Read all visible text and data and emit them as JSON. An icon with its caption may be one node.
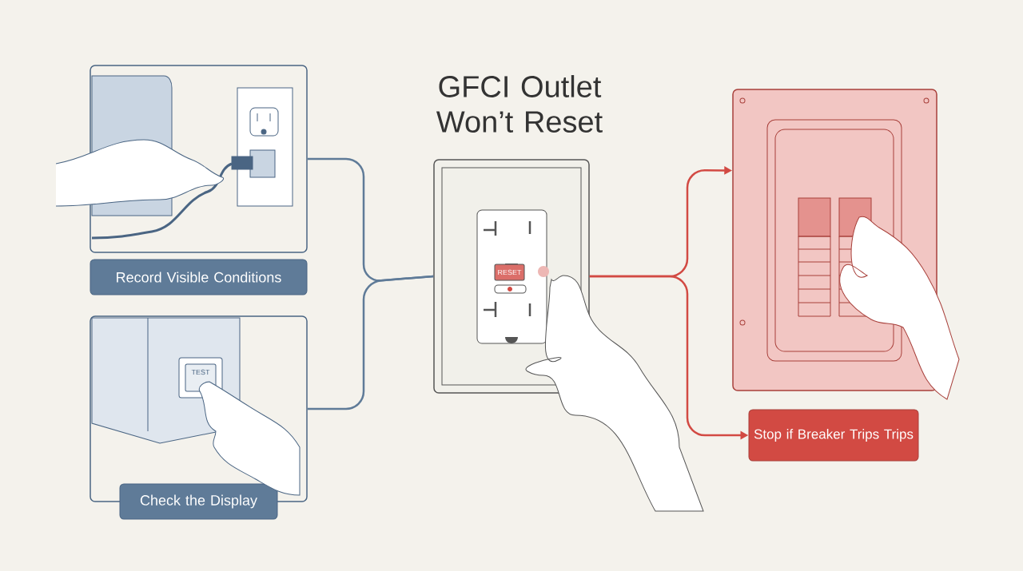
{
  "diagram": {
    "title": "GFCI Outlet Won’t Reset",
    "nodes": [
      {
        "text": [],
        "shape": "picture"
      },
      {
        "text": [
          "Record Visible Conditions"
        ]
      },
      {
        "text": [],
        "shape": "picture"
      },
      {
        "text": [
          "Check the Display"
        ]
      },
      {
        "text": [],
        "shape": "picture"
      },
      {
        "text": [],
        "shape": "picture"
      },
      {
        "text": [
          "Stop if Breaker Trips Trips"
        ]
      }
    ],
    "edges": [
      {
        "from": 0,
        "to": 4,
        "arrow": "none",
        "color": "#5f7b98"
      },
      {
        "from": 2,
        "to": 4,
        "arrow": "none",
        "color": "#5f7b98"
      },
      {
        "from": 4,
        "to": 5,
        "arrow": "to",
        "color": "#d24a43"
      },
      {
        "from": 4,
        "to": 6,
        "arrow": "to",
        "color": "#d24a43"
      }
    ],
    "labels": [
      "RESET",
      "TEST"
    ]
  }
}
